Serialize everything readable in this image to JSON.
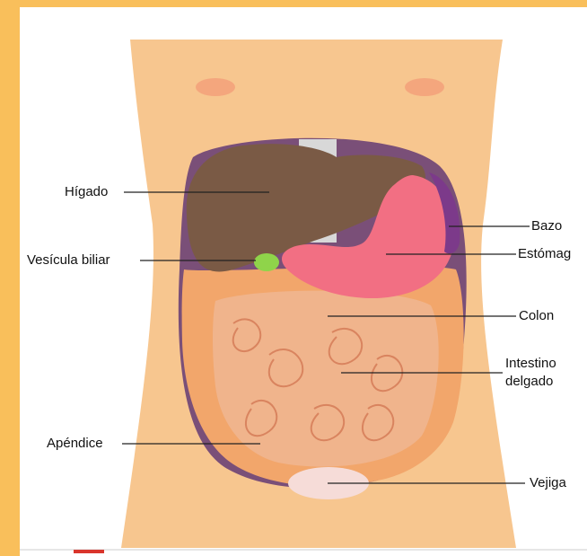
{
  "colors": {
    "frame": "#f9bf5b",
    "skin": "#f7c68f",
    "liver": "#7a5a45",
    "stomach": "#f26f83",
    "spleen": "#7c3a8a",
    "gallbladder": "#8fd44a",
    "colon": "#f2a66b",
    "small_intestine": "#f0b48c",
    "bladder": "#f6dcd8",
    "accent_red": "#d9352c"
  },
  "labels": {
    "liver": "Hígado",
    "gallbladder": "Vesícula biliar",
    "appendix": "Apéndice",
    "spleen": "Bazo",
    "stomach": "Estómag",
    "colon": "Colon",
    "small_intestine_line1": "Intestino",
    "small_intestine_line2": "delgado",
    "bladder": "Vejiga"
  }
}
